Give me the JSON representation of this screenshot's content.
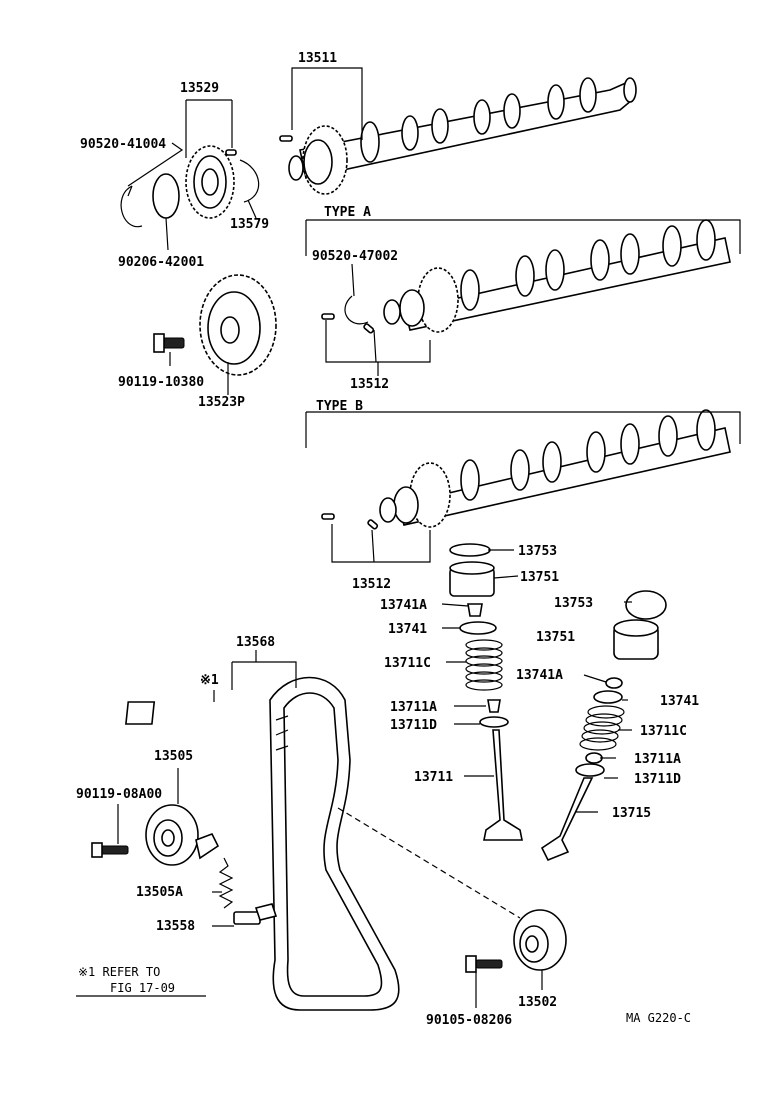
{
  "labels": {
    "p13511": "13511",
    "p13529": "13529",
    "p90520_41004": "90520-41004",
    "p13579": "13579",
    "p90206_42001": "90206-42001",
    "type_a": "TYPE  A",
    "p90520_47002": "90520-47002",
    "p13512_a": "13512",
    "p90119_10380": "90119-10380",
    "p13523p": "13523P",
    "type_b": "TYPE  B",
    "p13512_b": "13512",
    "p13753_a": "13753",
    "p13751_a": "13751",
    "p13741a_a": "13741A",
    "p13741_a": "13741",
    "p13711c_a": "13711C",
    "p13711a_a": "13711A",
    "p13711d_a": "13711D",
    "p13711": "13711",
    "p13753_b": "13753",
    "p13751_b": "13751",
    "p13741a_b": "13741A",
    "p13741_b": "13741",
    "p13711c_b": "13711C",
    "p13711a_b": "13711A",
    "p13711d_b": "13711D",
    "p13715": "13715",
    "p13568": "13568",
    "note_mark": "※1",
    "p13505": "13505",
    "p90119_08a00": "90119-08A00",
    "p13505a": "13505A",
    "p13558": "13558",
    "refer_line1": "※1  REFER TO",
    "refer_line2": "FIG 17-09",
    "p13502": "13502",
    "p90105_08206": "90105-08206",
    "fig_code": "MA G220-C"
  }
}
